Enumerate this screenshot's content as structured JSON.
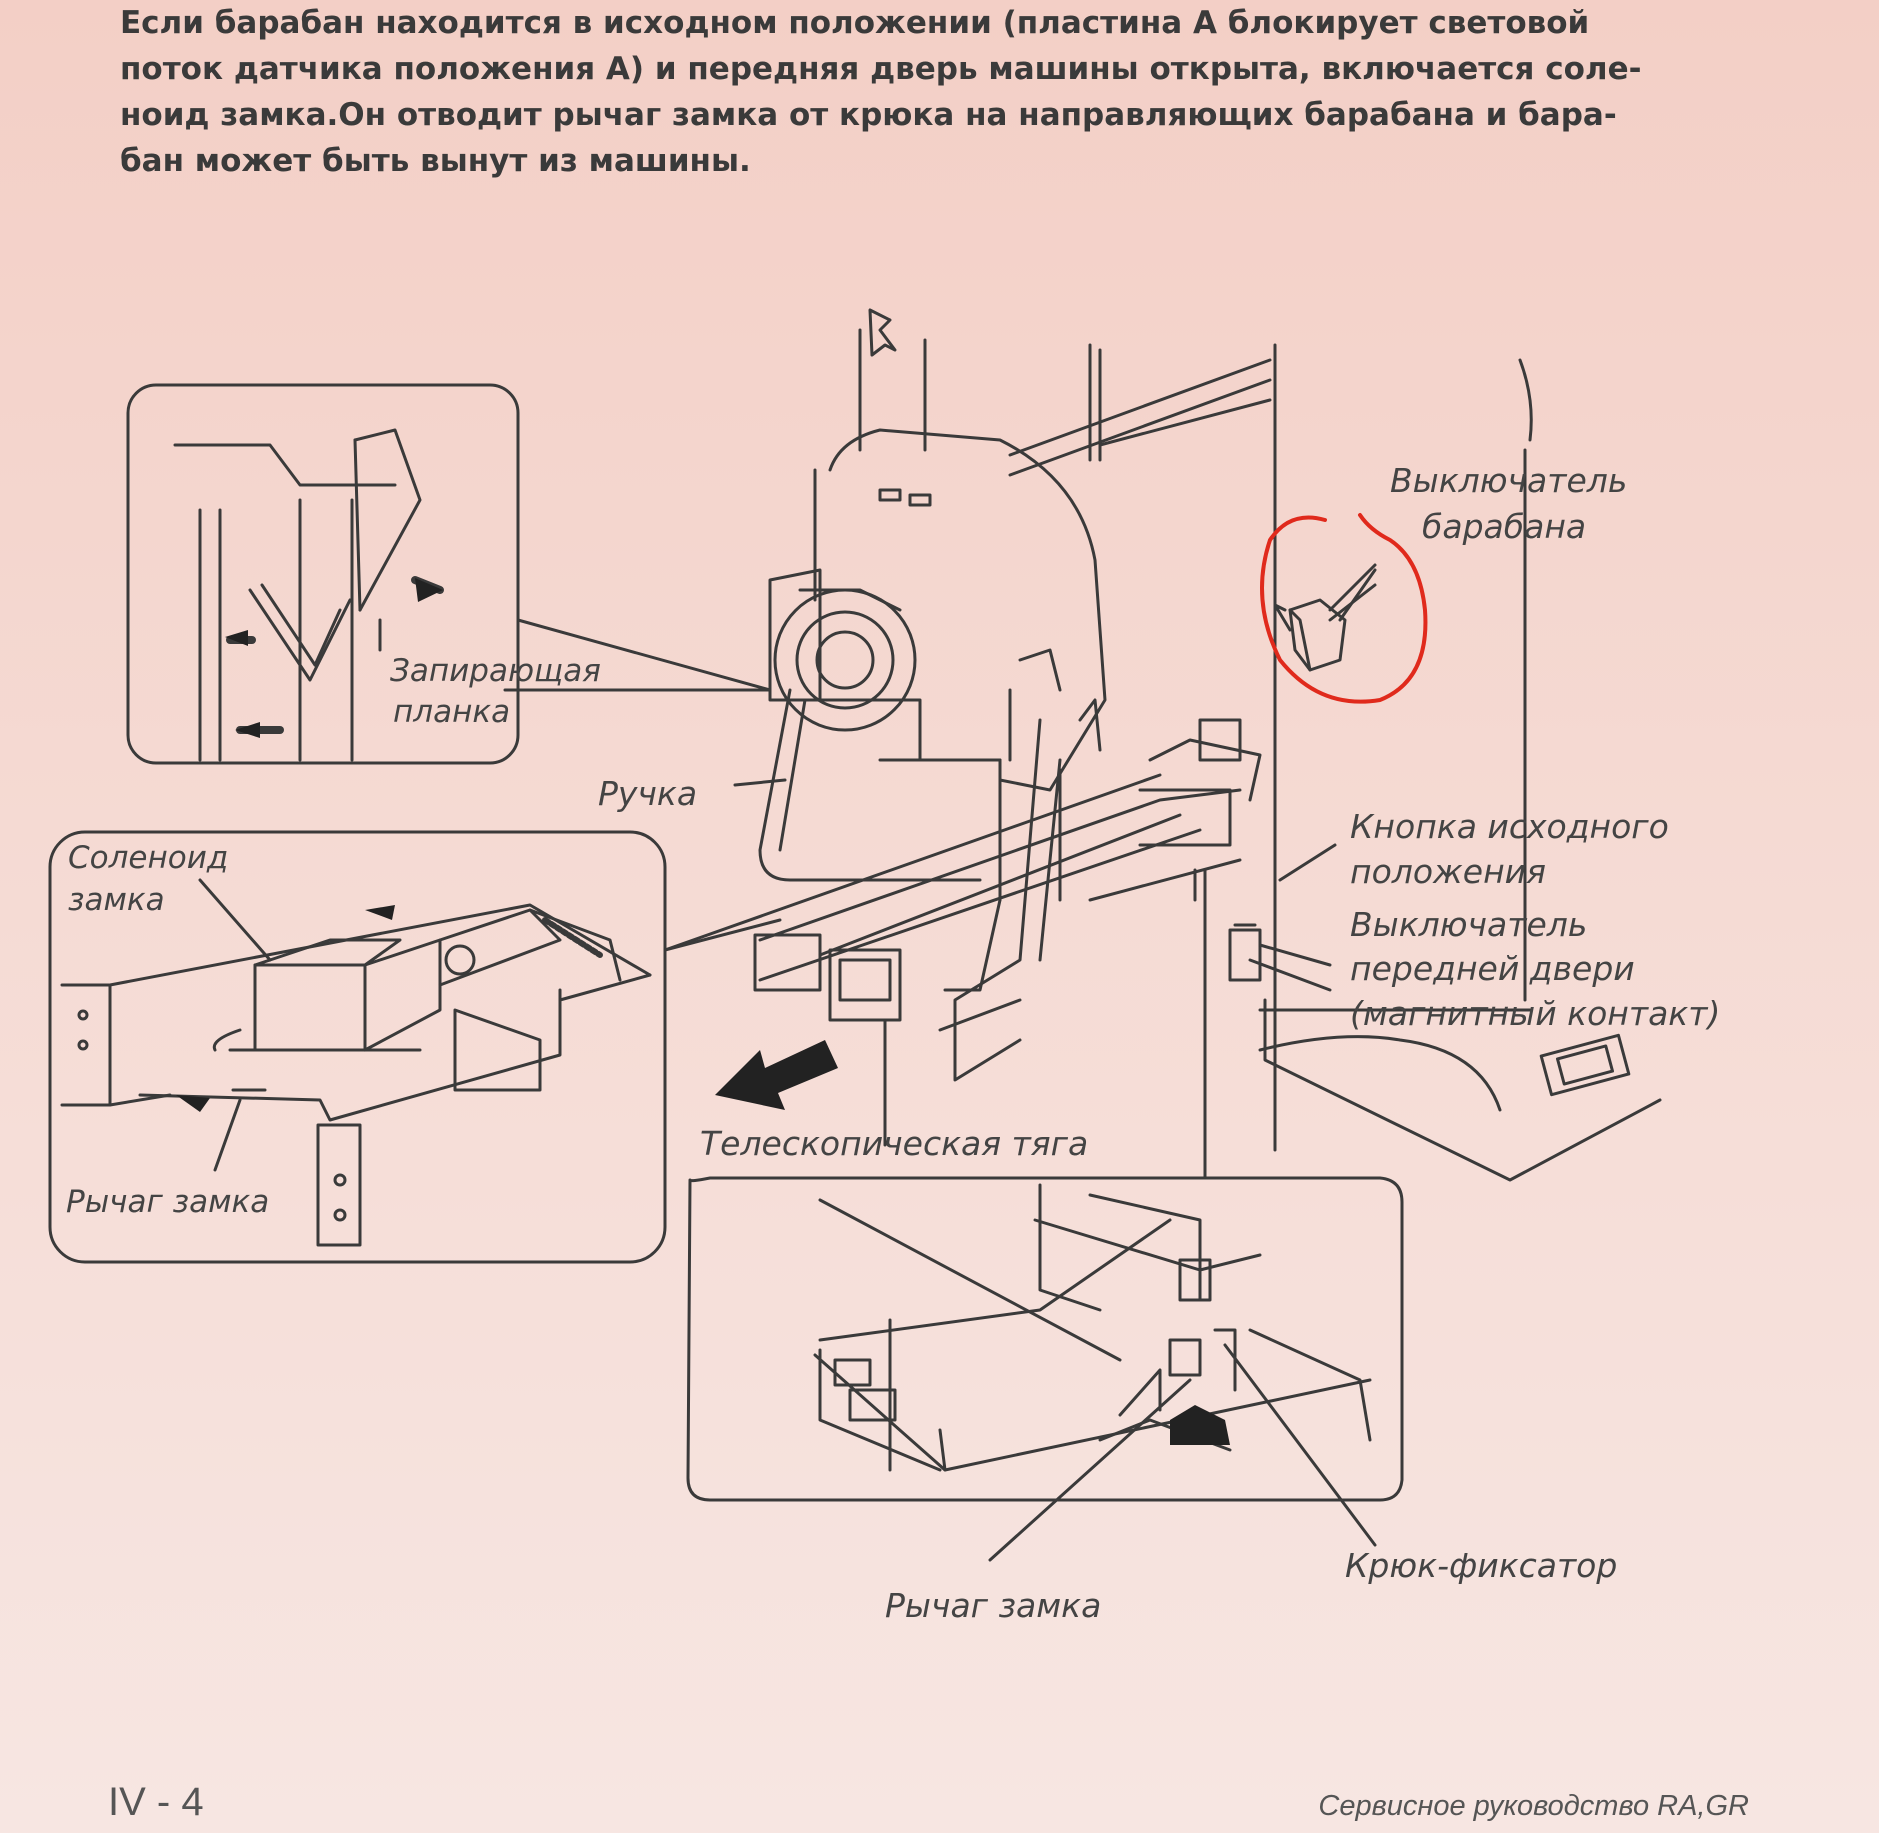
{
  "intro_lines": [
    "Если барабан находится в исходном положении (пластина А блокирует световой",
    "поток датчика положения А) и передняя дверь машины открыта, включается соле-",
    "ноид замка.Он отводит рычаг замка от крюка на направляющих барабана и бара-",
    "бан может быть вынут из машины."
  ],
  "labels": {
    "drum_switch_1": "Выключатель",
    "drum_switch_2": "барабана",
    "locking_bar_1": "Запирающая",
    "locking_bar_2": "планка",
    "handle": "Ручка",
    "solenoid_1": "Соленоид",
    "solenoid_2": "замка",
    "lock_lever_left": "Рычаг замка",
    "home_button_1": "Кнопка исходного",
    "home_button_2": "положения",
    "door_switch_1": "Выключатель",
    "door_switch_2": "передней двери",
    "door_switch_3": "(магнитный контакт)",
    "telescopic_rod": "Телескопическая тяга",
    "retaining_hook": "Крюк-фиксатор",
    "lock_lever_bottom": "Рычаг замка"
  },
  "footer": {
    "page_number": "IV - 4",
    "manual_title": "Сервисное руководство RA,GR"
  },
  "colors": {
    "annotation": "#e02a1c",
    "line_art": "#3a3a3a"
  }
}
